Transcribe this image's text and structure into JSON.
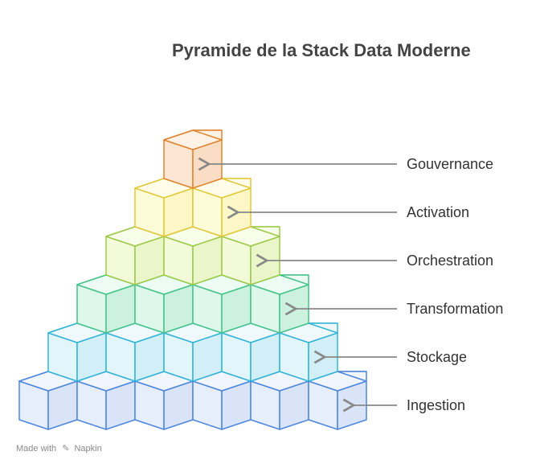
{
  "title": "Pyramide de la Stack Data Moderne",
  "levels": [
    {
      "label": "Gouvernance",
      "cubes": 1,
      "stroke": "#e0842f",
      "front": "#fde6d3",
      "top": "#fef1e6",
      "side": "#fbdcc4"
    },
    {
      "label": "Activation",
      "cubes": 2,
      "stroke": "#e3c83a",
      "front": "#fefbd8",
      "top": "#fffde9",
      "side": "#fdf6c7"
    },
    {
      "label": "Orchestration",
      "cubes": 3,
      "stroke": "#9ec94a",
      "front": "#f2fad9",
      "top": "#f8fde9",
      "side": "#eaf6c9"
    },
    {
      "label": "Transformation",
      "cubes": 4,
      "stroke": "#45c38a",
      "front": "#ddf7ea",
      "top": "#ecfbf3",
      "side": "#cdf1df"
    },
    {
      "label": "Stockage",
      "cubes": 5,
      "stroke": "#33b5d6",
      "front": "#e1f5fb",
      "top": "#eff9fd",
      "side": "#d2eff8"
    },
    {
      "label": "Ingestion",
      "cubes": 6,
      "stroke": "#4d86dc",
      "front": "#e6eefb",
      "top": "#f1f5fd",
      "side": "#d9e4f8"
    }
  ],
  "footer": {
    "prefix": "Made with",
    "brand": "Napkin"
  },
  "colors": {
    "arrow": "#888888",
    "text": "#333333",
    "title": "#444444"
  }
}
